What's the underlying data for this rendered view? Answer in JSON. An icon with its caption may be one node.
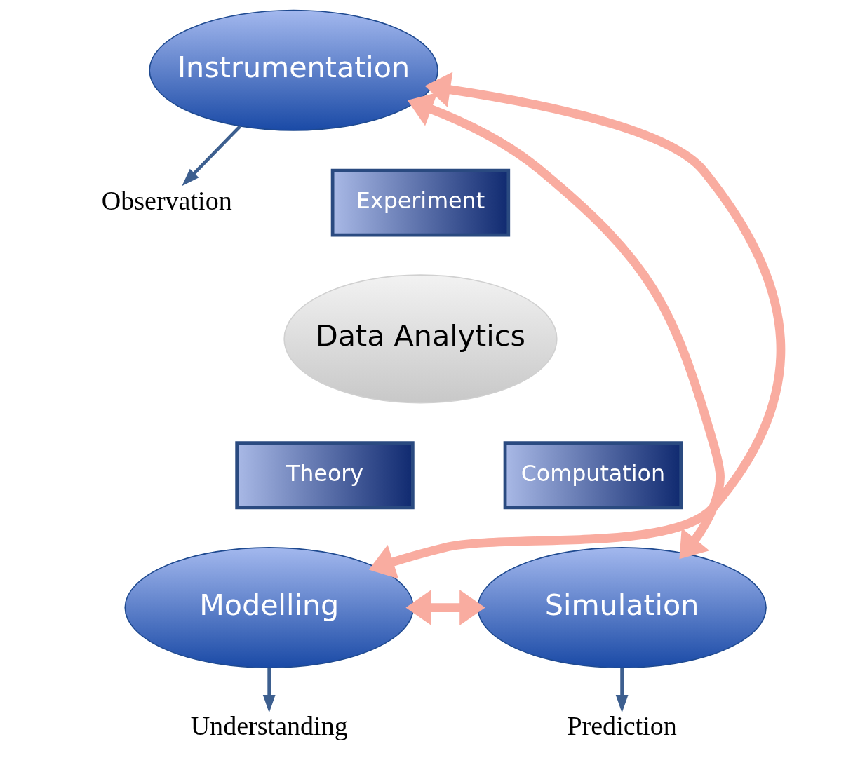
{
  "diagram": {
    "nodes": [
      {
        "text": [
          "Observation"
        ]
      },
      {
        "text": [
          "Instrumentation"
        ]
      },
      {
        "text": [
          "Experiment"
        ]
      },
      {
        "text": [
          "Data Analytics"
        ]
      },
      {
        "text": [
          "Theory"
        ]
      },
      {
        "text": [
          "Computation"
        ]
      },
      {
        "text": [
          "Modelling"
        ]
      },
      {
        "text": [
          "Simulation"
        ]
      },
      {
        "text": [
          "Understanding"
        ]
      },
      {
        "text": [
          "Prediction"
        ]
      }
    ],
    "edges": [
      {
        "from": 1,
        "to": 0,
        "arrow": "to"
      },
      {
        "from": 6,
        "to": 1,
        "arrow": "both",
        "style": "thick",
        "color": "#f9aca0"
      },
      {
        "from": 1,
        "to": 7,
        "arrow": "both",
        "style": "thick",
        "color": "#f9aca0"
      },
      {
        "from": 6,
        "to": 7,
        "arrow": "both",
        "style": "thick",
        "color": "#f9aca0"
      },
      {
        "from": 6,
        "to": 8,
        "arrow": "to"
      },
      {
        "from": 7,
        "to": 9,
        "arrow": "to"
      }
    ]
  }
}
